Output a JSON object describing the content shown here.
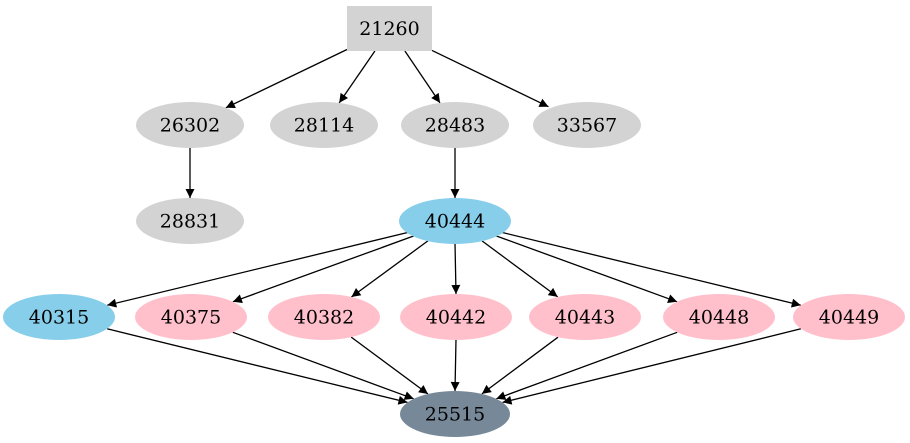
{
  "graph": {
    "type": "directed-graph",
    "background": "#ffffff",
    "edge_color": "#000000",
    "text_color": "#000000",
    "palette": {
      "default_node": "#d3d3d3",
      "highlight_node": "#87ceeb",
      "warning_node": "#ffc0cb",
      "sink_node": "#778899"
    },
    "nodes": [
      {
        "id": "21260",
        "label": "21260",
        "shape": "box",
        "fill": "#d3d3d3"
      },
      {
        "id": "26302",
        "label": "26302",
        "shape": "ellipse",
        "fill": "#d3d3d3"
      },
      {
        "id": "28114",
        "label": "28114",
        "shape": "ellipse",
        "fill": "#d3d3d3"
      },
      {
        "id": "28483",
        "label": "28483",
        "shape": "ellipse",
        "fill": "#d3d3d3"
      },
      {
        "id": "33567",
        "label": "33567",
        "shape": "ellipse",
        "fill": "#d3d3d3"
      },
      {
        "id": "28831",
        "label": "28831",
        "shape": "ellipse",
        "fill": "#d3d3d3"
      },
      {
        "id": "40444",
        "label": "40444",
        "shape": "ellipse",
        "fill": "#87ceeb"
      },
      {
        "id": "40315",
        "label": "40315",
        "shape": "ellipse",
        "fill": "#87ceeb"
      },
      {
        "id": "40375",
        "label": "40375",
        "shape": "ellipse",
        "fill": "#ffc0cb"
      },
      {
        "id": "40382",
        "label": "40382",
        "shape": "ellipse",
        "fill": "#ffc0cb"
      },
      {
        "id": "40442",
        "label": "40442",
        "shape": "ellipse",
        "fill": "#ffc0cb"
      },
      {
        "id": "40443",
        "label": "40443",
        "shape": "ellipse",
        "fill": "#ffc0cb"
      },
      {
        "id": "40448",
        "label": "40448",
        "shape": "ellipse",
        "fill": "#ffc0cb"
      },
      {
        "id": "40449",
        "label": "40449",
        "shape": "ellipse",
        "fill": "#ffc0cb"
      },
      {
        "id": "25515",
        "label": "25515",
        "shape": "ellipse",
        "fill": "#778899"
      }
    ],
    "edges": [
      {
        "from": "21260",
        "to": "26302"
      },
      {
        "from": "21260",
        "to": "28114"
      },
      {
        "from": "21260",
        "to": "28483"
      },
      {
        "from": "21260",
        "to": "33567"
      },
      {
        "from": "26302",
        "to": "28831"
      },
      {
        "from": "28483",
        "to": "40444"
      },
      {
        "from": "40444",
        "to": "40315"
      },
      {
        "from": "40444",
        "to": "40375"
      },
      {
        "from": "40444",
        "to": "40382"
      },
      {
        "from": "40444",
        "to": "40442"
      },
      {
        "from": "40444",
        "to": "40443"
      },
      {
        "from": "40444",
        "to": "40448"
      },
      {
        "from": "40444",
        "to": "40449"
      },
      {
        "from": "40315",
        "to": "25515"
      },
      {
        "from": "40375",
        "to": "25515"
      },
      {
        "from": "40382",
        "to": "25515"
      },
      {
        "from": "40442",
        "to": "25515"
      },
      {
        "from": "40443",
        "to": "25515"
      },
      {
        "from": "40448",
        "to": "25515"
      },
      {
        "from": "40449",
        "to": "25515"
      }
    ]
  }
}
